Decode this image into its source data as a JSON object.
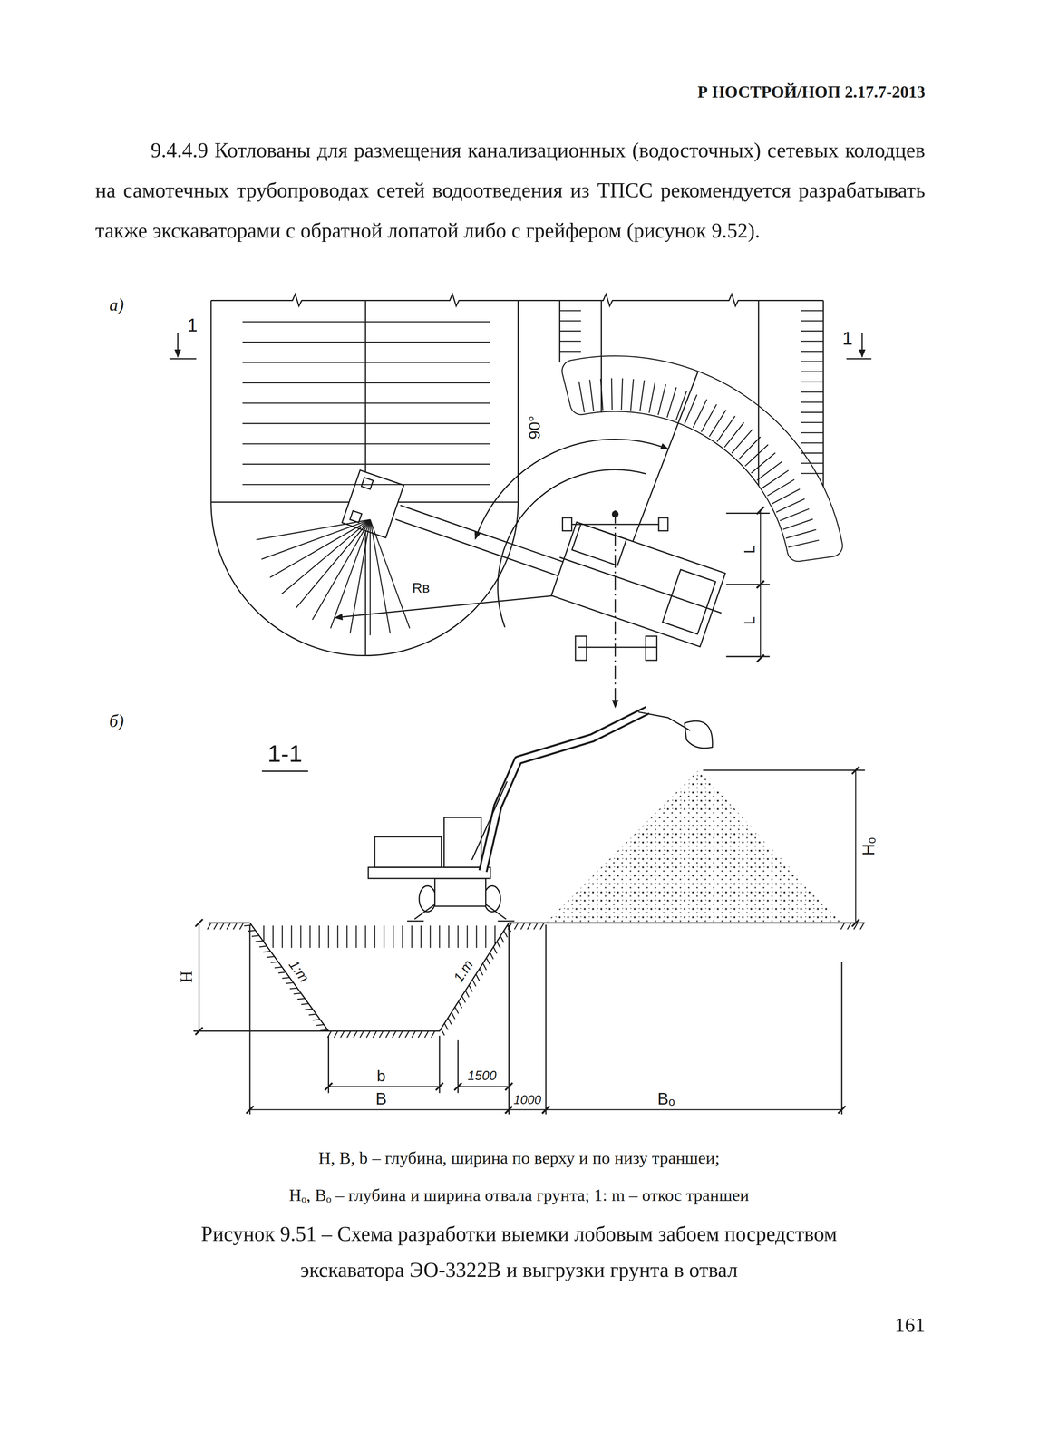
{
  "diagram": {
    "caption": "Рисунок 9.51 – Схема разработки выемки лобовым забоем посредством экскаватора ЭО-3322В и выгрузки грунта в отвал",
    "labels": [
      "Р НОСТРОЙ/НОП 2.17.7-2013",
      "9.4.4.9 Котлованы для размещения канализационных (водосточных) сетевых колодцев на самотечных трубопроводах сетей водоотведения из ТПСС рекомендуется разрабатывать также экскаваторами с обратной лопатой либо с грейфером (рисунок 9.52).",
      "а)",
      "1",
      "1",
      "90°",
      "L",
      "L",
      "Rв",
      "б)",
      "1-1",
      "Hₒ",
      "H",
      "1:m",
      "1:m",
      "b",
      "1500",
      "B",
      "1000",
      "Bₒ",
      "H, B, b – глубина, ширина по верху и по низу траншеи;",
      "Hₒ, Bₒ – глубина и ширина отвала грунта; 1: m – откос траншеи",
      "161"
    ]
  }
}
